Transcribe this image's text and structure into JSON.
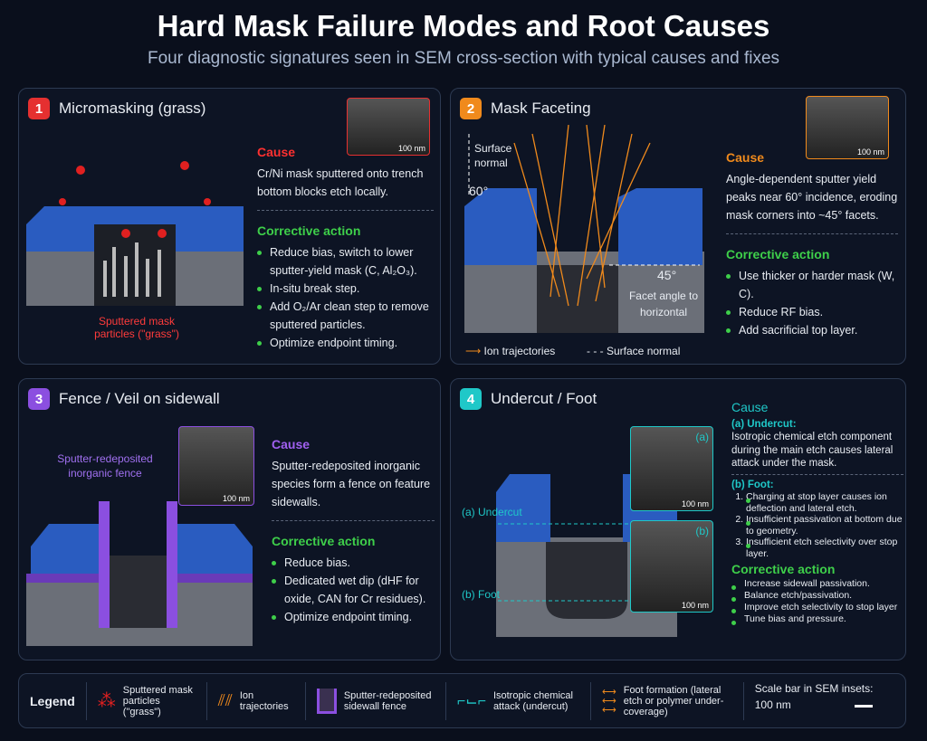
{
  "header": {
    "title": "Hard Mask Failure Modes and Root Causes",
    "subtitle": "Four diagnostic signatures seen in SEM cross-section with typical causes and fixes"
  },
  "panels": [
    {
      "num": "1",
      "title": "Micromasking (grass)",
      "color": "#e53030",
      "cause_label": "Cause",
      "cause": "Cr/Ni mask sputtered onto trench bottom blocks etch locally.",
      "action_label": "Corrective action",
      "actions": [
        "Reduce bias, switch to lower sputter-yield mask (C, Al₂O₃).",
        "In-situ break step.",
        "Add O₂/Ar clean step to remove sputtered particles.",
        "Optimize endpoint timing."
      ],
      "diagram_label": "Sputtered mask particles (\"grass\")",
      "scale": "100 nm"
    },
    {
      "num": "2",
      "title": "Mask Faceting",
      "color": "#f08a1c",
      "cause_label": "Cause",
      "cause": "Angle-dependent sputter yield peaks near 60° incidence, eroding mask corners into ~45° facets.",
      "action_label": "Corrective action",
      "actions": [
        "Use thicker or harder mask (W, C).",
        "Reduce RF bias.",
        "Add sacrificial top layer."
      ],
      "surface_normal": "Surface normal",
      "angle60": "60°",
      "angle45": "45°",
      "facet_label": "Facet angle to horizontal",
      "key_ion": "Ion trajectories",
      "key_normal": "Surface normal",
      "scale": "100 nm"
    },
    {
      "num": "3",
      "title": "Fence / Veil on sidewall",
      "color": "#8b4fe0",
      "cause_label": "Cause",
      "cause": "Sputter-redeposited inorganic species form a fence on feature sidewalls.",
      "action_label": "Corrective action",
      "actions": [
        "Reduce bias.",
        "Dedicated wet dip (dHF for oxide, CAN for Cr residues).",
        "Optimize endpoint timing."
      ],
      "diagram_label": "Sputter-redeposited inorganic fence",
      "scale": "100 nm"
    },
    {
      "num": "4",
      "title": "Undercut / Foot",
      "color": "#1fc8c8",
      "cause_label": "Cause",
      "undercut_label": "(a) Undercut:",
      "undercut": "Isotropic chemical etch component during the main etch causes lateral attack under the mask.",
      "foot_label": "(b) Foot:",
      "foot": [
        "Charging at stop layer causes ion deflection and lateral etch.",
        "Insufficient passivation at bottom due to geometry.",
        "Insufficient etch selectivity over stop layer."
      ],
      "action_label": "Corrective action",
      "actions": [
        "Increase sidewall passivation.",
        "Balance etch/passivation.",
        "Improve etch selectivity to stop layer",
        "Tune bias and pressure."
      ],
      "marker_a": "(a) Undercut",
      "marker_b": "(b) Foot",
      "inset_a": "(a)",
      "inset_b": "(b)",
      "scale": "100 nm"
    }
  ],
  "legend": {
    "title": "Legend",
    "items": [
      "Sputtered mask particles (\"grass\")",
      "Ion trajectories",
      "Sputter-redeposited sidewall fence",
      "Isotropic chemical attack (undercut)",
      "Foot formation (lateral etch or polymer under-coverage)"
    ],
    "scale_label": "Scale bar in SEM insets:",
    "scale_value": "100 nm"
  }
}
